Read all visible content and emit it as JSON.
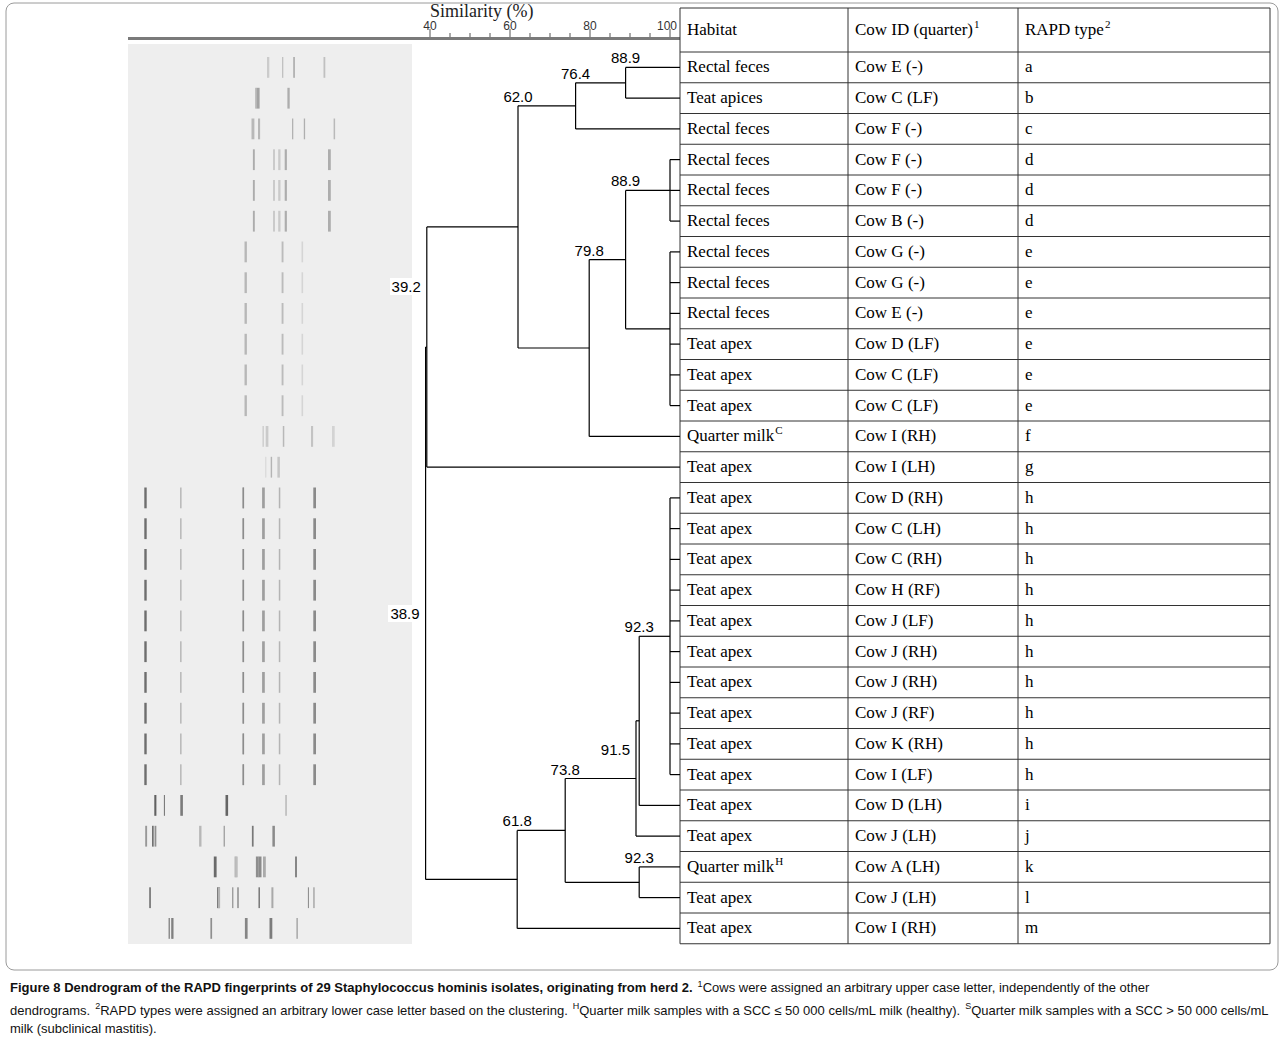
{
  "diagram": {
    "caption": "Figure 8 Dendrogram of the RAPD fingerprints of 29 Staphylococcus hominis isolates, originating from herd 2.",
    "labels": [
      "Similarity (%)",
      "40",
      "60",
      "80",
      "100",
      "Habitat",
      "Cow ID (quarter)",
      "1",
      "RAPD type",
      "2",
      "Rectal feces",
      "Cow E (-)",
      "a",
      "Teat apices",
      "Cow C (LF)",
      "b",
      "Rectal feces",
      "Cow F (-)",
      "c",
      "Rectal feces",
      "Cow F (-)",
      "d",
      "Rectal feces",
      "Cow F (-)",
      "d",
      "Rectal feces",
      "Cow B (-)",
      "d",
      "Rectal feces",
      "Cow G (-)",
      "e",
      "Rectal feces",
      "Cow G (-)",
      "e",
      "Rectal feces",
      "Cow E (-)",
      "e",
      "Teat apex",
      "Cow D (LF)",
      "e",
      "Teat apex",
      "Cow C (LF)",
      "e",
      "Teat apex",
      "Cow C (LF)",
      "e",
      "Quarter milk",
      "C",
      "Cow I (RH)",
      "f",
      "Teat apex",
      "Cow I (LH)",
      "g",
      "Teat apex",
      "Cow D (RH)",
      "h",
      "Teat apex",
      "Cow C (LH)",
      "h",
      "Teat apex",
      "Cow C (RH)",
      "h",
      "Teat apex",
      "Cow H (RF)",
      "h",
      "Teat apex",
      "Cow J (LF)",
      "h",
      "Teat apex",
      "Cow J (RH)",
      "h",
      "Teat apex",
      "Cow J (RH)",
      "h",
      "Teat apex",
      "Cow J (RF)",
      "h",
      "Teat apex",
      "Cow K (RH)",
      "h",
      "Teat apex",
      "Cow I (LF)",
      "h",
      "Teat apex",
      "Cow D (LH)",
      "i",
      "Teat apex",
      "Cow J (LH)",
      "j",
      "Quarter milk",
      "H",
      "Cow A (LH)",
      "k",
      "Teat apex",
      "Cow J (LH)",
      "l",
      "Teat apex",
      "Cow I (RH)",
      "m",
      "88.9",
      "76.4",
      "62.0",
      "88.9",
      "79.8",
      "39.2",
      "38.9",
      "92.3",
      "91.5",
      "73.8",
      "92.3",
      "61.8",
      "1",
      "Cows were assigned an arbitrary upper case letter, independently of the other dendrograms.",
      "2",
      "RAPD types were assigned an arbitrary lower case letter based on the clustering.",
      "H",
      "Quarter milk samples with a SCC ≤ 50 000 cells/mL milk (healthy).",
      "S",
      "Quarter milk samples with a SCC > 50 000 cells/mL milk (subclinical mastitis)."
    ]
  }
}
